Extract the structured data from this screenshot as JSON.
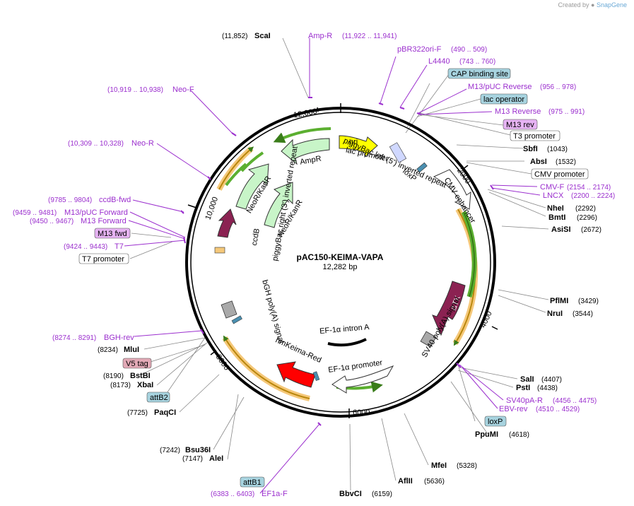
{
  "header": {
    "credit_prefix": "Created by",
    "credit_brand": "SnapGene"
  },
  "map": {
    "name": "pAC150-KEIMA-VAPA",
    "length": "12,282 bp"
  },
  "ticks": [
    "2000",
    "4000",
    "6000",
    "8000",
    "10,000",
    "12,000"
  ],
  "features": {
    "ori": "ori",
    "ampr": "AmpR",
    "neo1": "NeoR/KanR",
    "neo2": "NeoR/KanR",
    "ccdb": "ccdB",
    "dtk": "ΔTK",
    "hmkeima": "hmKeima-Red",
    "lac": "lac promoter",
    "pbl": "piggyBac left (5') inverted repeat",
    "loxp": "loxP",
    "cmve": "CMV enhancer",
    "pbr": "piggyBac right (3') inverted repeat",
    "bgh": "bGH poly(A) signal",
    "sv40": "SV40 poly(A) signal",
    "ef1i": "EF-1α intron A",
    "ef1p": "EF-1α promoter"
  },
  "enzymes": {
    "scai": {
      "name": "ScaI",
      "pos": "(11,852)"
    },
    "sbfi": {
      "name": "SbfI",
      "pos": "(1043)"
    },
    "absi": {
      "name": "AbsI",
      "pos": "(1532)"
    },
    "nhei": {
      "name": "NheI",
      "pos": "(2292)"
    },
    "bmti": {
      "name": "BmtI",
      "pos": "(2296)"
    },
    "asisi": {
      "name": "AsiSI",
      "pos": "(2672)"
    },
    "pflmi": {
      "name": "PflMI",
      "pos": "(3429)"
    },
    "nrui": {
      "name": "NruI",
      "pos": "(3544)"
    },
    "sali": {
      "name": "SalI",
      "pos": "(4407)"
    },
    "psti": {
      "name": "PstI",
      "pos": "(4438)"
    },
    "ppumi": {
      "name": "PpuMI",
      "pos": "(4618)"
    },
    "mfei": {
      "name": "MfeI",
      "pos": "(5328)"
    },
    "aflii": {
      "name": "AflII",
      "pos": "(5636)"
    },
    "bbvci": {
      "name": "BbvCI",
      "pos": "(6159)"
    },
    "alei": {
      "name": "AleI",
      "pos": "(7147)"
    },
    "bsu36i": {
      "name": "Bsu36I",
      "pos": "(7242)"
    },
    "paqci": {
      "name": "PaqCI",
      "pos": "(7725)"
    },
    "xbai": {
      "name": "XbaI",
      "pos": "(8173)"
    },
    "bstbi": {
      "name": "BstBI",
      "pos": "(8190)"
    },
    "mlui": {
      "name": "MluI",
      "pos": "(8234)"
    }
  },
  "primers": {
    "ampr": {
      "name": "Amp-R",
      "pos": "(11,922 .. 11,941)"
    },
    "pbr322": {
      "name": "pBR322ori-F",
      "pos": "(490 .. 509)"
    },
    "l4440": {
      "name": "L4440",
      "pos": "(743 .. 760)"
    },
    "m13pucrev": {
      "name": "M13/pUC Reverse",
      "pos": "(956 .. 978)"
    },
    "m13rev": {
      "name": "M13 Reverse",
      "pos": "(975 .. 991)"
    },
    "cmvf": {
      "name": "CMV-F",
      "pos": "(2154 .. 2174)"
    },
    "lncx": {
      "name": "LNCX",
      "pos": "(2200 .. 2224)"
    },
    "sv40par": {
      "name": "SV40pA-R",
      "pos": "(4456 .. 4475)"
    },
    "ebvrev": {
      "name": "EBV-rev",
      "pos": "(4510 .. 4529)"
    },
    "ef1af": {
      "name": "EF1a-F",
      "pos": "(6383 .. 6403)"
    },
    "bghrev": {
      "name": "BGH-rev",
      "pos": "(8274 .. 8291)"
    },
    "t7": {
      "name": "T7",
      "pos": "(9424 .. 9443)"
    },
    "m13fwd": {
      "name": "M13 Forward",
      "pos": "(9450 .. 9467)"
    },
    "m13pucfwd": {
      "name": "M13/pUC Forward",
      "pos": "(9459 .. 9481)"
    },
    "ccdbfwd": {
      "name": "ccdB-fwd",
      "pos": "(9785 .. 9804)"
    },
    "neor": {
      "name": "Neo-R",
      "pos": "(10,309 .. 10,328)"
    },
    "neof": {
      "name": "Neo-F",
      "pos": "(10,919 .. 10,938)"
    }
  },
  "boxes": {
    "cap": "CAP binding site",
    "lacop": "lac operator",
    "m13revbox": "M13 rev",
    "t3": "T3 promoter",
    "cmvprom": "CMV promoter",
    "m13fwdbox": "M13 fwd",
    "t7prom": "T7 promoter",
    "v5": "V5 tag",
    "attb2": "attB2",
    "loxpbox": "loxP",
    "attb1": "attB1"
  },
  "colors": {
    "primer": "#9B2FCE",
    "teal_box": "#A7D3DF",
    "purple_box": "#E6B3F3",
    "pink_box": "#E2A9B6",
    "ori": "#FFFF00",
    "resistance": "#C8F5C8",
    "dtk": "#8B2252",
    "keima": "#FF0000",
    "orange_arc": "#F5C87A",
    "green_arc": "#5BAF30"
  }
}
